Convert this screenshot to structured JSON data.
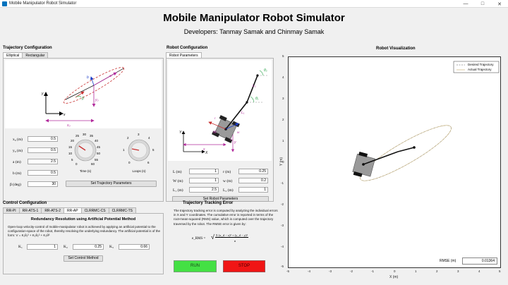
{
  "window": {
    "title": "Mobile Manipulator Robot Simulator",
    "minimize": "—",
    "maximize": "□",
    "close": "✕"
  },
  "header": {
    "title": "Mobile Manipulator Robot Simulator",
    "developers": "Developers: Tanmay Samak and Chinmay Samak"
  },
  "trajectory": {
    "section_title": "Trajectory Configuration",
    "tabs": [
      "Elliptical",
      "Rectangular"
    ],
    "fig": {
      "a": "a",
      "b": "b",
      "beta": "β",
      "x": "x",
      "y": "y",
      "x0": "x₀",
      "y0": "y₀"
    },
    "fields": [
      {
        "label": "x₀ (m)",
        "value": "0.5"
      },
      {
        "label": "y₀ (m)",
        "value": "0.5"
      },
      {
        "label": "a (m)",
        "value": "2.5"
      },
      {
        "label": "b (m)",
        "value": "0.5"
      },
      {
        "label": "β (deg)",
        "value": "30"
      }
    ],
    "time_knob": {
      "label": "Time (s)",
      "ticks": [
        "0",
        "5",
        "10",
        "15",
        "20",
        "25",
        "30",
        "35",
        "40",
        "45",
        "50",
        "55",
        "60"
      ]
    },
    "loops_knob": {
      "label": "Loops (n)",
      "ticks": [
        "0",
        "1",
        "2",
        "3",
        "4",
        "5",
        "6"
      ]
    },
    "button": "Set Trajectory Parameters"
  },
  "robot": {
    "section_title": "Robot Configuration",
    "tabs": [
      "Robot Parameters"
    ],
    "fig": {
      "x": "X",
      "y": "Y",
      "L": "L",
      "W": "W",
      "x_lbl": "x",
      "y_lbl": "y",
      "l1": "L₁",
      "l2": "L₂",
      "q1": "θ₁",
      "q2": "θ₂",
      "r": "r",
      "w": "w"
    },
    "fields_left": [
      {
        "label": "L (m)",
        "value": "1"
      },
      {
        "label": "W (m)",
        "value": "1"
      },
      {
        "label": "L₁ (m)",
        "value": "2.5"
      }
    ],
    "fields_right": [
      {
        "label": "r (m)",
        "value": "0.25"
      },
      {
        "label": "w (m)",
        "value": "0.2"
      },
      {
        "label": "L₂ (m)",
        "value": "1"
      }
    ],
    "button": "Set Robot Parameters"
  },
  "control": {
    "section_title": "Control Configuration",
    "tabs": [
      "RR-PI",
      "RR-ATS-1",
      "RR-ATS-2",
      "RR-AP",
      "CLRRMC-CS",
      "CLRRMC-TS"
    ],
    "active_tab": 3,
    "heading": "Redundancy Resolution using Artificial Potential Method",
    "description": "Open-loop velocity-control of mobile-manipulator robot is achieved by applying an artificial potential to the configuration-space of the robot, thereby resolving the underlying redundancy. The artificial potential is of the form: V = K₁θ₁² + K₂θ₂² + K₃θ³",
    "gains": [
      {
        "label": "K₁",
        "value": "1"
      },
      {
        "label": "K₂",
        "value": "0.25"
      },
      {
        "label": "K₃",
        "value": "0.66"
      }
    ],
    "button": "Set Control Method"
  },
  "error": {
    "title": "Trajectory Tracking Error",
    "text": "The trajectory tracking error is computed by analyzing the individual errors in X and Y coordinates. The cumulative error is reported in terms of the root-mean-squared (RMS) value, which is computed over the trajectory traversed by the robot. The RMSE error is given by:",
    "formula_lhs": "e_RMS =",
    "formula_num": "Σ (x_d − x)² + (y_d − y)²",
    "formula_den": "n"
  },
  "actions": {
    "run": "RUN",
    "stop": "STOP"
  },
  "visualization": {
    "title": "Robot Visualization",
    "legend": [
      "Desired Trajectory",
      "Actual Trajectory"
    ],
    "xlabel": "X (m)",
    "ylabel": "Y (m)",
    "xticks": [
      "-5",
      "-4",
      "-3",
      "-2",
      "-1",
      "0",
      "1",
      "2",
      "3",
      "4",
      "5"
    ],
    "yticks": [
      "5",
      "4",
      "3",
      "2",
      "1",
      "0",
      "-1",
      "-2",
      "-3",
      "-4",
      "-5"
    ],
    "rmse_label": "RMSE (m)",
    "rmse_value": "0.01364",
    "colors": {
      "desired": "#888888",
      "actual": "#c8b27a"
    }
  }
}
